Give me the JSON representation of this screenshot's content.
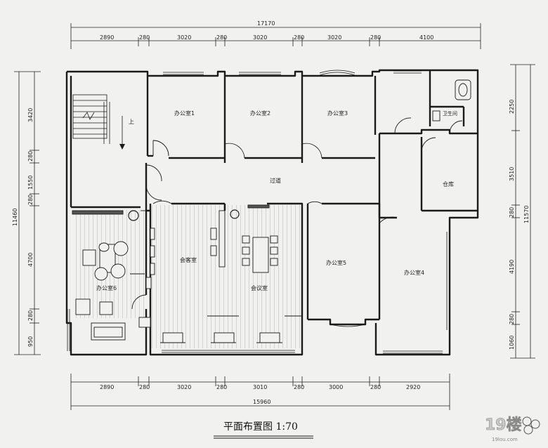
{
  "plan": {
    "title": "平面布置图 1:70",
    "rooms": {
      "office1": "办公室1",
      "office2": "办公室2",
      "office3": "办公室3",
      "office4": "办公室4",
      "office5": "办公室5",
      "office6": "办公室6",
      "corridor": "过道",
      "reception": "会客室",
      "meeting": "会议室",
      "storage": "仓库",
      "toilet": "卫生间",
      "stair_up": "上"
    },
    "dims_top": {
      "total": "17170",
      "segments": [
        "2890",
        "280",
        "3020",
        "280",
        "3020",
        "280",
        "3020",
        "280",
        "4100"
      ]
    },
    "dims_bottom": {
      "total": "15960",
      "segments": [
        "2890",
        "280",
        "3020",
        "280",
        "3010",
        "280",
        "3000",
        "280",
        "2920"
      ]
    },
    "dims_left": {
      "total": "11460",
      "segments": [
        "3420",
        "280",
        "1550",
        "280",
        "4700",
        "280",
        "950"
      ]
    },
    "dims_right": {
      "total": "11570",
      "segments": [
        "2250",
        "3510",
        "280",
        "4190",
        "280",
        "1060"
      ]
    },
    "watermark": {
      "brand": "19楼",
      "url": "19lou.com"
    }
  },
  "colors": {
    "line": "#1b1b1b",
    "hatch": "#9a9a9a",
    "paper": "#f1f1ef"
  }
}
